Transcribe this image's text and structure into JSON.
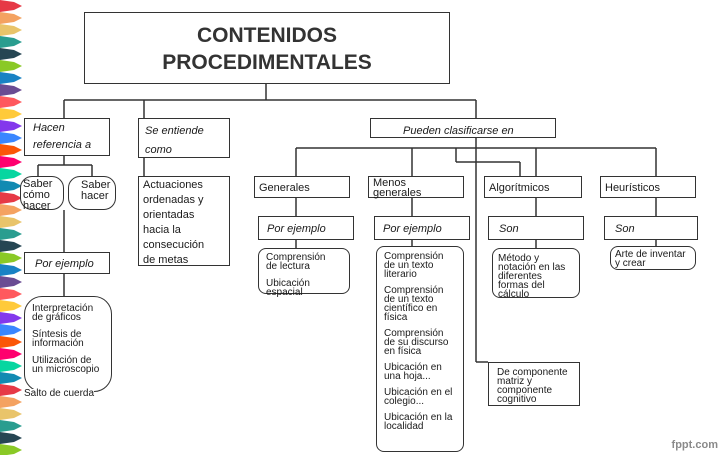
{
  "title_line1": "CONTENIDOS",
  "title_line2": "PROCEDIMENTALES",
  "labels": {
    "hacen_1": "Hacen",
    "hacen_2": "referencia a",
    "se_entiende_1": "Se entiende",
    "se_entiende_2": "como",
    "pueden": "Pueden clasificarse en",
    "por_ejemplo_left": "Por ejemplo",
    "por_ejemplo_gen": "Por ejemplo",
    "por_ejemplo_menos": "Por ejemplo",
    "son_alg": "Son",
    "son_heu": "Son"
  },
  "saber": {
    "como_1": "Saber",
    "como_2": "cómo",
    "como_3": "hacer",
    "hacer_1": "Saber",
    "hacer_2": "hacer"
  },
  "definicion": [
    "Actuaciones",
    "ordenadas y",
    "orientadas",
    "hacia la",
    "consecución",
    "de metas"
  ],
  "categorias": {
    "generales": "Generales",
    "menos_1": "Menos",
    "menos_2": "generales",
    "algoritmicos": "Algorítmicos",
    "heuristicos": "Heurísticos"
  },
  "ejemplos_left": [
    [
      "Interpretación",
      "de gráficos"
    ],
    [
      "Síntesis de",
      "información"
    ],
    [
      "Utilización de",
      "un microscopio"
    ]
  ],
  "salto": "Salto de cuerda",
  "ejemplos_gen": [
    [
      "Comprensión",
      "de lectura"
    ],
    [
      "Ubicación",
      "espacial"
    ]
  ],
  "ejemplos_menos": [
    [
      "Comprensión",
      "de un texto",
      "literario"
    ],
    [
      "Comprensión",
      "de un texto",
      "científico en",
      "física"
    ],
    [
      "Comprensión",
      "de su discurso",
      "en física"
    ],
    [
      "Ubicación en",
      "una hoja..."
    ],
    [
      "Ubicación en el",
      "colegio..."
    ],
    [
      "Ubicación en la",
      "localidad"
    ]
  ],
  "algoritmicos_desc": [
    "Método y",
    "notación en las",
    "diferentes",
    "formas del",
    "cálculo"
  ],
  "heuristicos_desc": [
    "Arte de inventar",
    "y crear"
  ],
  "componente": [
    "De componente",
    "matriz y",
    "componente",
    "cognitivo"
  ],
  "watermark": "fppt.com",
  "colors": {
    "line": "#333333",
    "bg": "#ffffff",
    "text": "#1a1a1a"
  }
}
